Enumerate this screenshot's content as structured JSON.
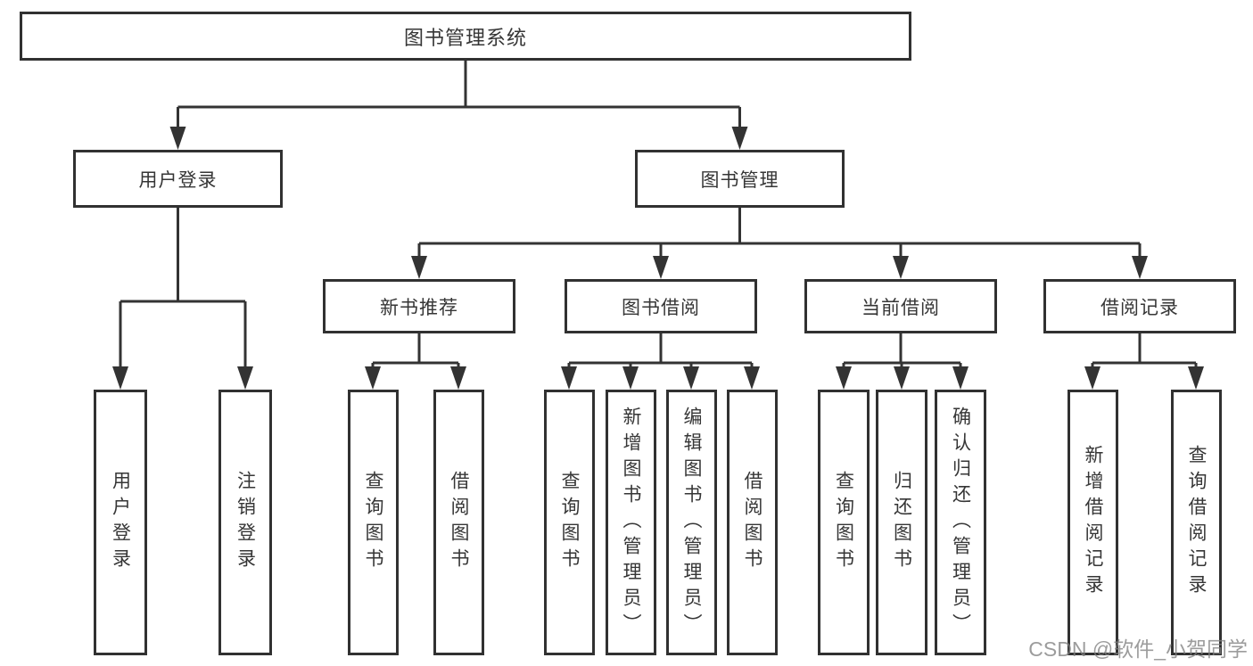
{
  "watermark": "CSDN @软件_小贺同学",
  "colors": {
    "background": "#ffffff",
    "box_border": "#313131",
    "connector_line": "#333333",
    "node_text": "#363636",
    "watermark_text": "#808080"
  },
  "tree": {
    "label": "图书管理系统",
    "children": [
      {
        "label": "用户登录",
        "children": [
          {
            "label": "用户登录"
          },
          {
            "label": "注销登录"
          }
        ]
      },
      {
        "label": "图书管理",
        "children": [
          {
            "label": "新书推荐",
            "children": [
              {
                "label": "查询图书"
              },
              {
                "label": "借阅图书"
              }
            ]
          },
          {
            "label": "图书借阅",
            "children": [
              {
                "label": "查询图书"
              },
              {
                "label": "新增图书（管理员）"
              },
              {
                "label": "编辑图书（管理员）"
              },
              {
                "label": "借阅图书"
              }
            ]
          },
          {
            "label": "当前借阅",
            "children": [
              {
                "label": "查询图书"
              },
              {
                "label": "归还图书"
              },
              {
                "label": "确认归还（管理员）"
              }
            ]
          },
          {
            "label": "借阅记录",
            "children": [
              {
                "label": "新增借阅记录"
              },
              {
                "label": "查询借阅记录"
              }
            ]
          }
        ]
      }
    ]
  }
}
